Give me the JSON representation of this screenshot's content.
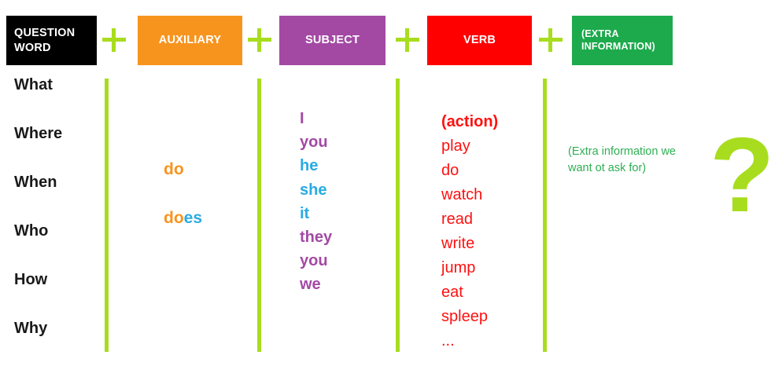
{
  "header": {
    "boxes": [
      {
        "id": "question-word",
        "label": "QUESTION WORD",
        "color": "#000000"
      },
      {
        "id": "auxiliary",
        "label": "AUXILIARY",
        "color": "#F7941E"
      },
      {
        "id": "subject",
        "label": "SUBJECT",
        "color": "#A349A4"
      },
      {
        "id": "verb",
        "label": "VERB",
        "color": "#FF0000"
      },
      {
        "id": "extra",
        "label": "(EXTRA INFORMATION)",
        "color": "#1DAA4C"
      }
    ],
    "separator": "+"
  },
  "columns": {
    "question_words": [
      "What",
      "Where",
      "When",
      "Who",
      "How",
      "Why"
    ],
    "auxiliary": {
      "do": "do",
      "does_stem": "do",
      "does_suffix": "es"
    },
    "subjects": [
      {
        "text": "I",
        "group": "plural"
      },
      {
        "text": "you",
        "group": "plural"
      },
      {
        "text": "he",
        "group": "singular"
      },
      {
        "text": "she",
        "group": "singular"
      },
      {
        "text": "it",
        "group": "singular"
      },
      {
        "text": "they",
        "group": "plural"
      },
      {
        "text": "you",
        "group": "plural"
      },
      {
        "text": "we",
        "group": "plural"
      }
    ],
    "verbs": [
      {
        "text": "(action)",
        "bold": true
      },
      {
        "text": "play",
        "bold": false
      },
      {
        "text": "do",
        "bold": false
      },
      {
        "text": "watch",
        "bold": false
      },
      {
        "text": "read",
        "bold": false
      },
      {
        "text": "write",
        "bold": false
      },
      {
        "text": "jump",
        "bold": false
      },
      {
        "text": "eat",
        "bold": false
      },
      {
        "text": "spleep",
        "bold": false
      },
      {
        "text": "...",
        "bold": false
      }
    ],
    "extra_information": "(Extra information we want ot ask for)"
  },
  "decoration": {
    "question_mark": "?"
  },
  "colors": {
    "lime": "#A8DD1F",
    "orange": "#F7941E",
    "purple": "#A349A4",
    "blue": "#29ABE2",
    "red": "#FF0000",
    "green": "#1DAA4C",
    "green_text": "#2FAF54",
    "black": "#000000"
  }
}
